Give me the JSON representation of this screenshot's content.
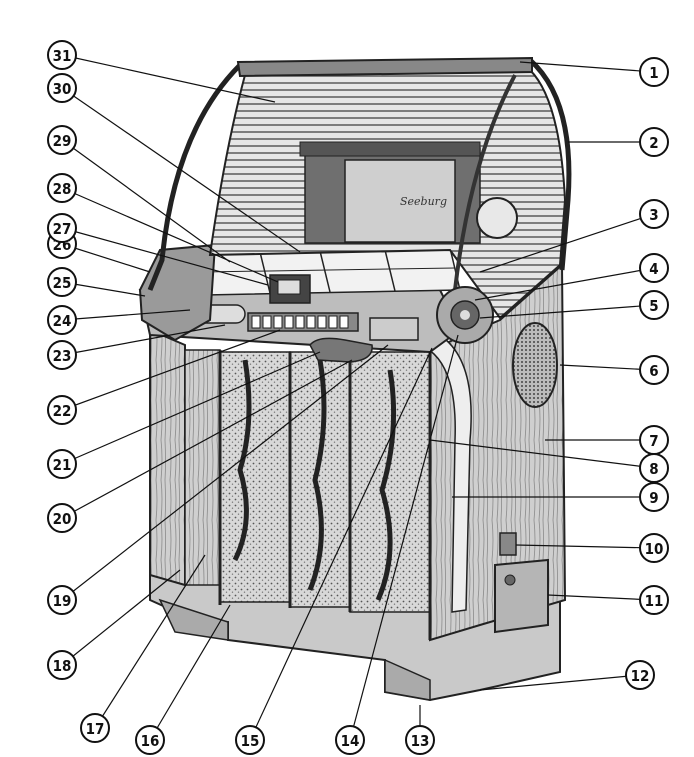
{
  "title": "",
  "callouts": [
    {
      "label": "1"
    },
    {
      "label": "2"
    },
    {
      "label": "3"
    },
    {
      "label": "4"
    },
    {
      "label": "5"
    },
    {
      "label": "6"
    },
    {
      "label": "7"
    },
    {
      "label": "8"
    },
    {
      "label": "9"
    },
    {
      "label": "10"
    },
    {
      "label": "11"
    },
    {
      "label": "12"
    },
    {
      "label": "13"
    },
    {
      "label": "14"
    },
    {
      "label": "15"
    },
    {
      "label": "16"
    },
    {
      "label": "17"
    },
    {
      "label": "18"
    },
    {
      "label": "19"
    },
    {
      "label": "20"
    },
    {
      "label": "21"
    },
    {
      "label": "22"
    },
    {
      "label": "23"
    },
    {
      "label": "24"
    },
    {
      "label": "25"
    },
    {
      "label": "26"
    },
    {
      "label": "27"
    },
    {
      "label": "28"
    },
    {
      "label": "29"
    },
    {
      "label": "30"
    },
    {
      "label": "31"
    }
  ],
  "mechanism_brand": "Seeburg"
}
